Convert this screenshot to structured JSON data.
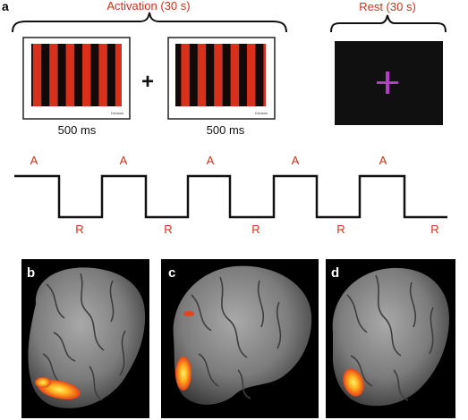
{
  "panel_a": {
    "letter": "a",
    "activation_label": "Activation (30 s)",
    "rest_label": "Rest (30 s)",
    "plus_sign": "+",
    "stim1_duration": "500 ms",
    "stim2_duration": "500 ms",
    "stripe_color": "#d9301c",
    "stripe_dark": "#120a08",
    "rest_bg": "#101010",
    "cross_color": "#b43cc8"
  },
  "block_design": {
    "high_label": "A",
    "low_label": "R",
    "sequence": [
      "A",
      "R",
      "A",
      "R",
      "A",
      "R",
      "A",
      "R",
      "A",
      "R"
    ]
  },
  "brain_panels": [
    {
      "letter": "b"
    },
    {
      "letter": "c"
    },
    {
      "letter": "d"
    }
  ]
}
